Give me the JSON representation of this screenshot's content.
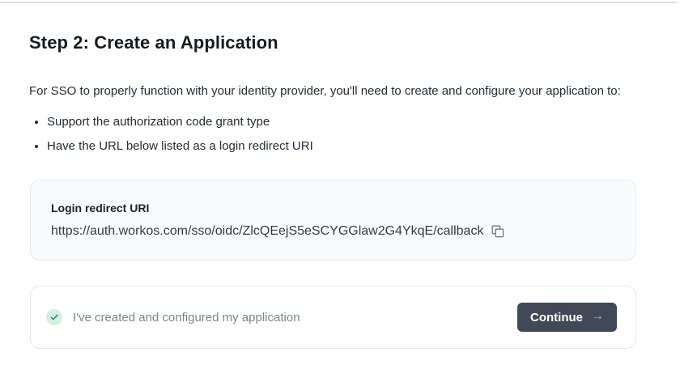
{
  "content": {
    "heading": "Step 2: Create an Application",
    "intro": "For SSO to properly function with your identity provider, you'll need to create and configure your application to:",
    "bullets": [
      "Support the authorization code grant type",
      "Have the URL below listed as a login redirect URI"
    ]
  },
  "redirect_card": {
    "label": "Login redirect URI",
    "url": "https://auth.workos.com/sso/oidc/ZlcQEejS5eSCYGGlaw2G4YkqE/callback",
    "copy_icon": "copy-icon"
  },
  "confirm_card": {
    "status_icon": "check-circle-icon",
    "text": "I've created and configured my application",
    "continue_label": "Continue",
    "continue_arrow": "→"
  },
  "colors": {
    "divider": "#dbdfe2",
    "card_background": "#f9fafb",
    "card_border": "#e6e9ec",
    "button_background": "#414957",
    "button_text": "#ffffff",
    "success_background": "#d8eee1",
    "success_check": "#2b7a5d",
    "muted_text": "#7d848c",
    "heading_text": "#171b21"
  }
}
